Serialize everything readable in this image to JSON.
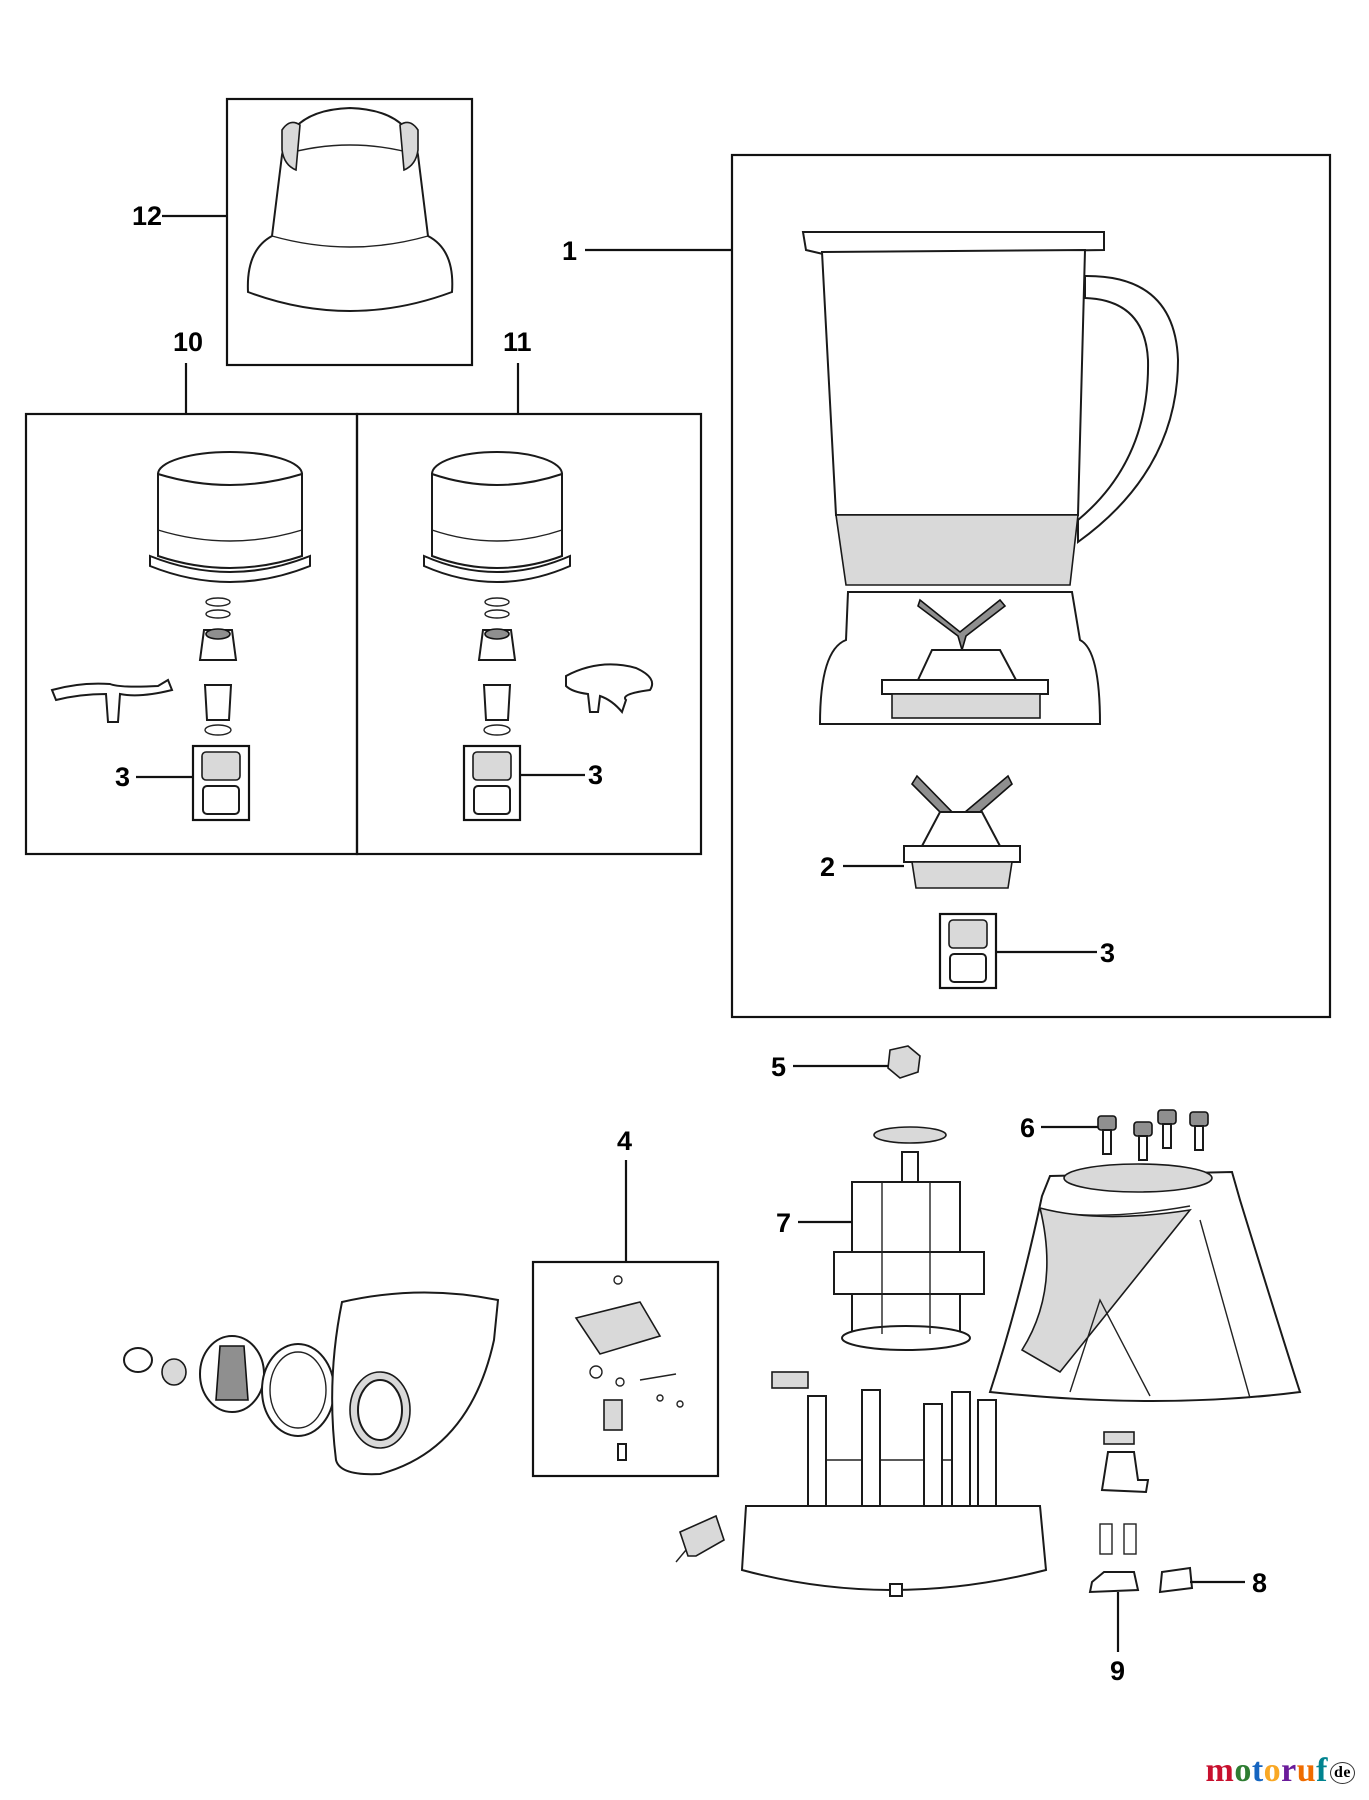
{
  "callouts": {
    "c1": "1",
    "c2": "2",
    "c3a": "3",
    "c3b": "3",
    "c3c": "3",
    "c4": "4",
    "c5": "5",
    "c6": "6",
    "c7": "7",
    "c8": "8",
    "c9": "9",
    "c10": "10",
    "c11": "11",
    "c12": "12"
  },
  "watermark": {
    "text": "motoruf",
    "suffix": "de",
    "colors": [
      "#c8102e",
      "#2e7d32",
      "#1565c0",
      "#f9a825",
      "#6a1b9a",
      "#ef6c00",
      "#00838f"
    ]
  }
}
